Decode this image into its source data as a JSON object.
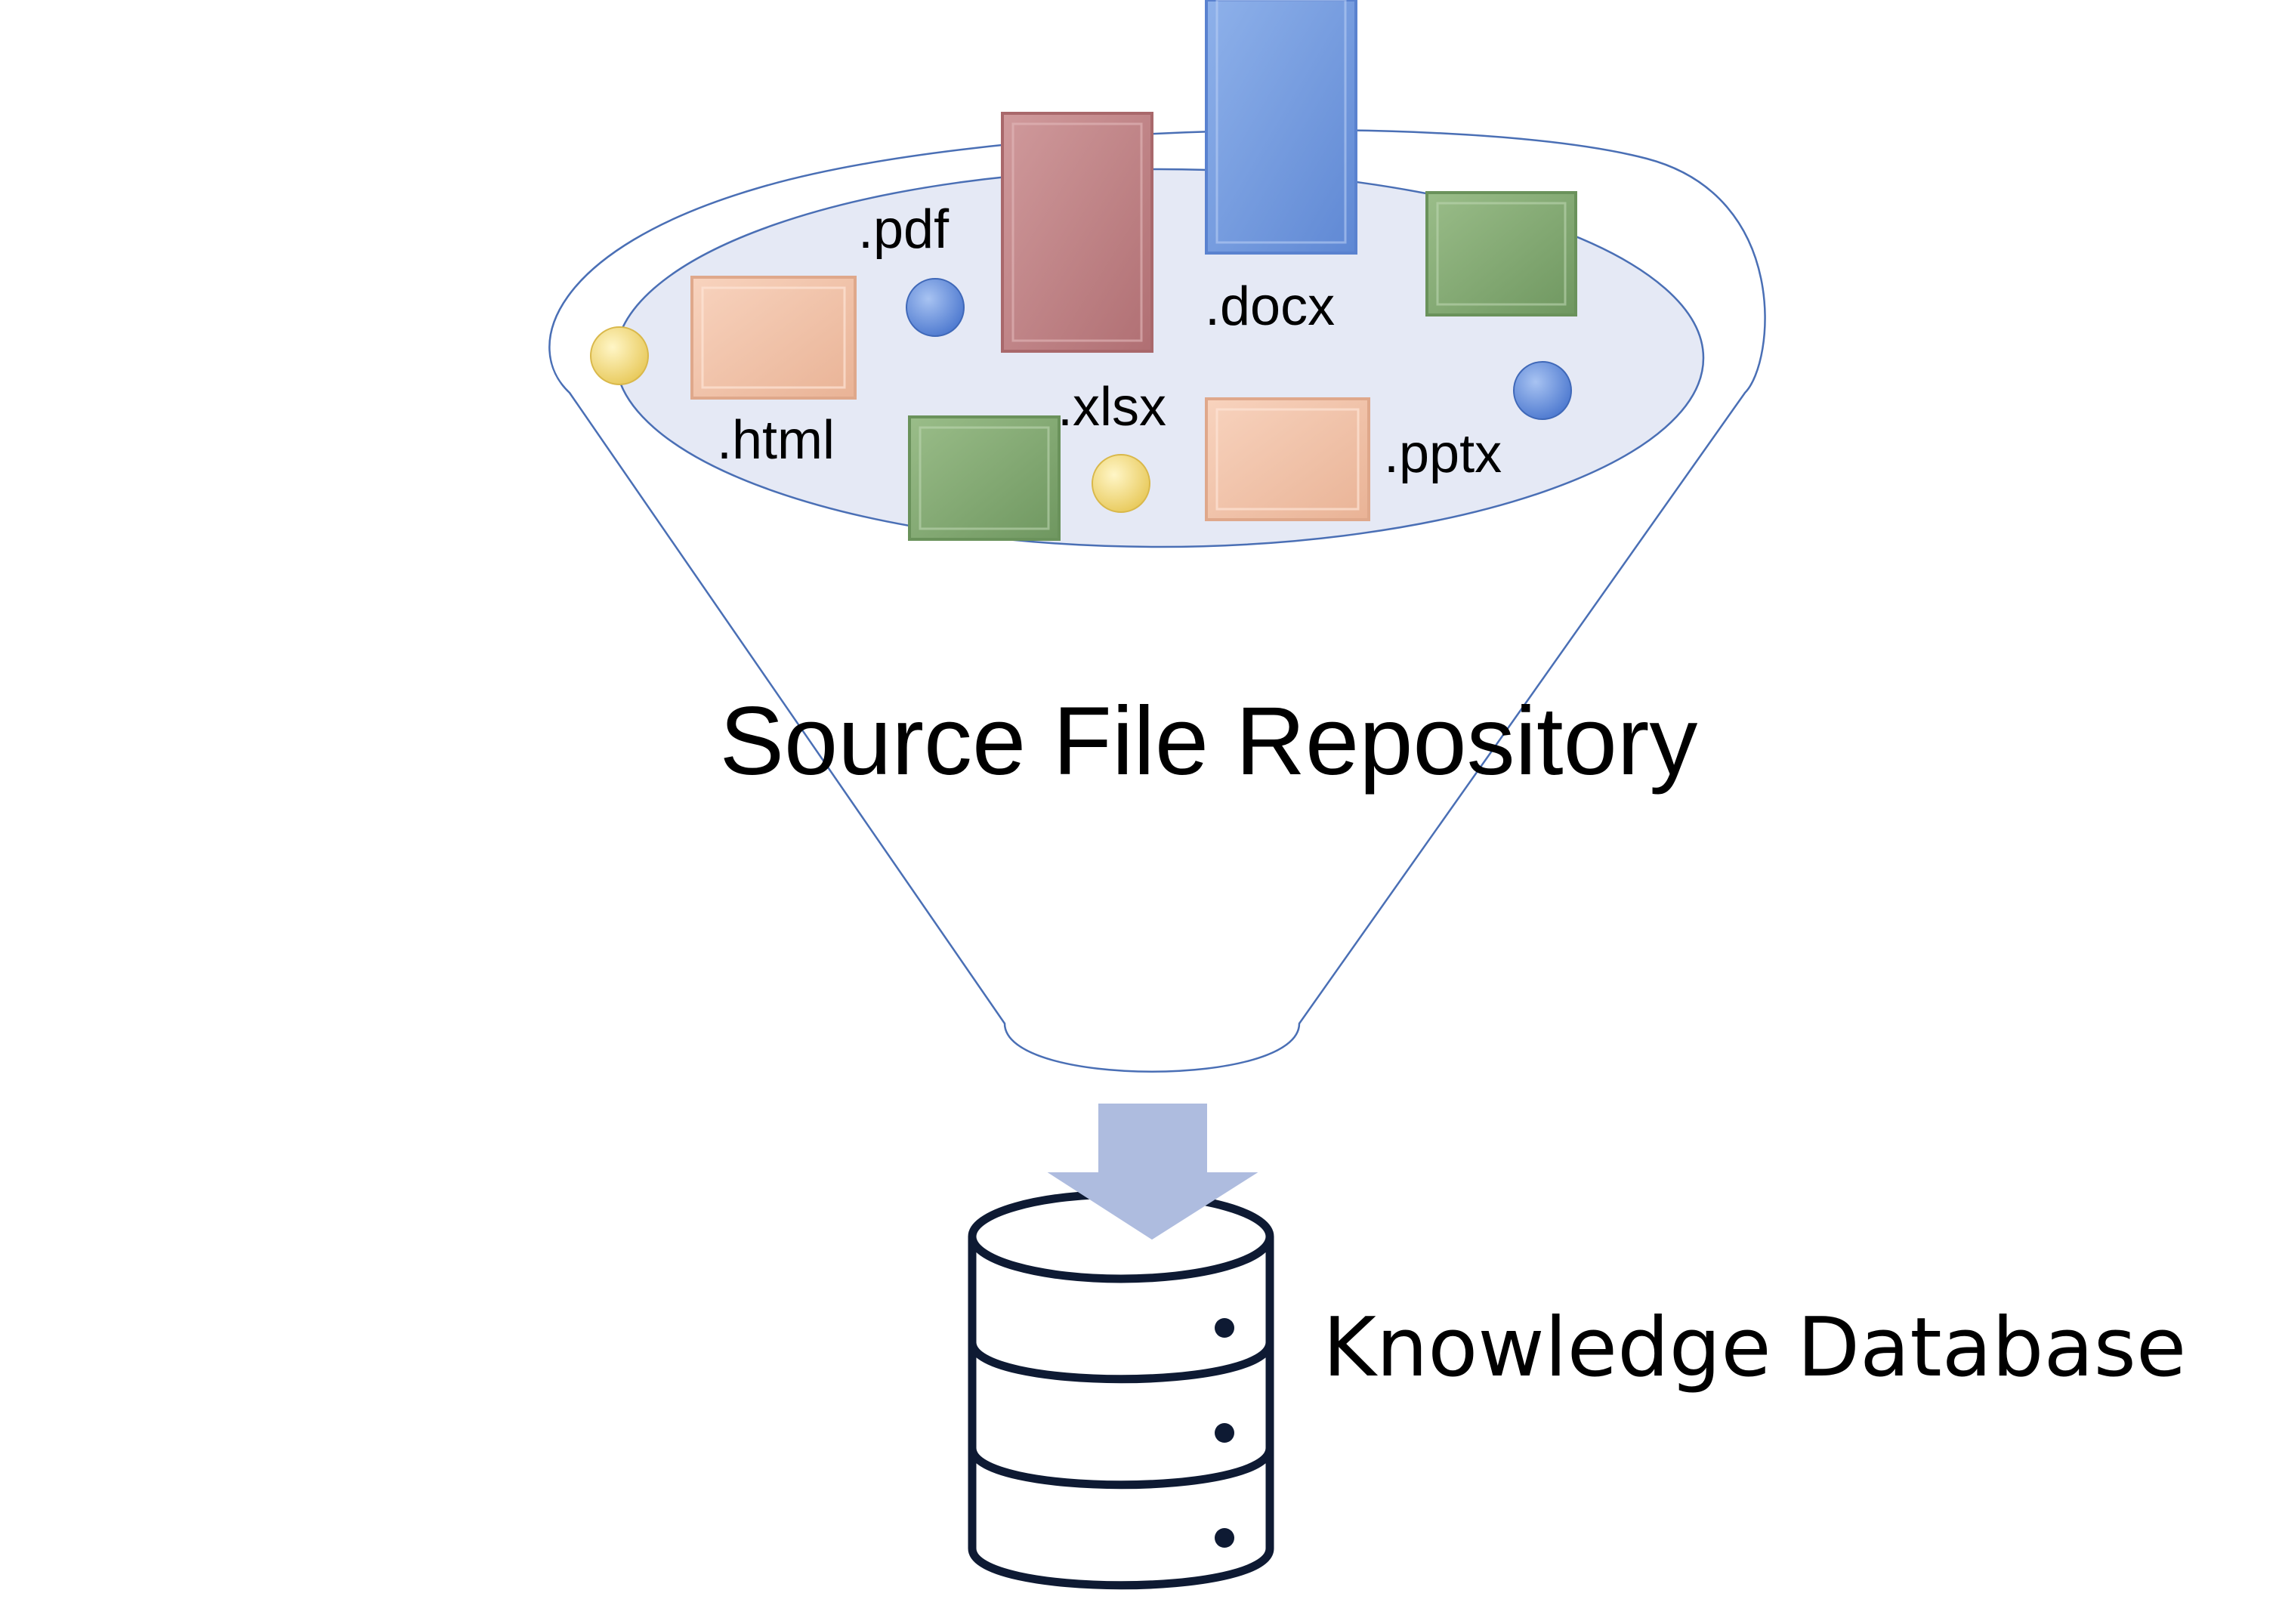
{
  "funnel": {
    "title": "Source File Repository"
  },
  "file_types": {
    "pdf": ".pdf",
    "docx": ".docx",
    "html": ".html",
    "xlsx": ".xlsx",
    "pptx": ".pptx"
  },
  "database": {
    "label": "Knowledge Database"
  },
  "colors": {
    "funnel_outline": "#4a6fb5",
    "funnel_fill": "#e4e8f4",
    "red_box": "#c07f82",
    "blue_box": "#6e97dd",
    "green_box": "#7fa56e",
    "peach_box": "#f2c1a7",
    "blue_dot": "#5c86d8",
    "yellow_dot": "#f3dd7c",
    "arrow": "#aebcdf",
    "db_stroke": "#0e1a33"
  }
}
